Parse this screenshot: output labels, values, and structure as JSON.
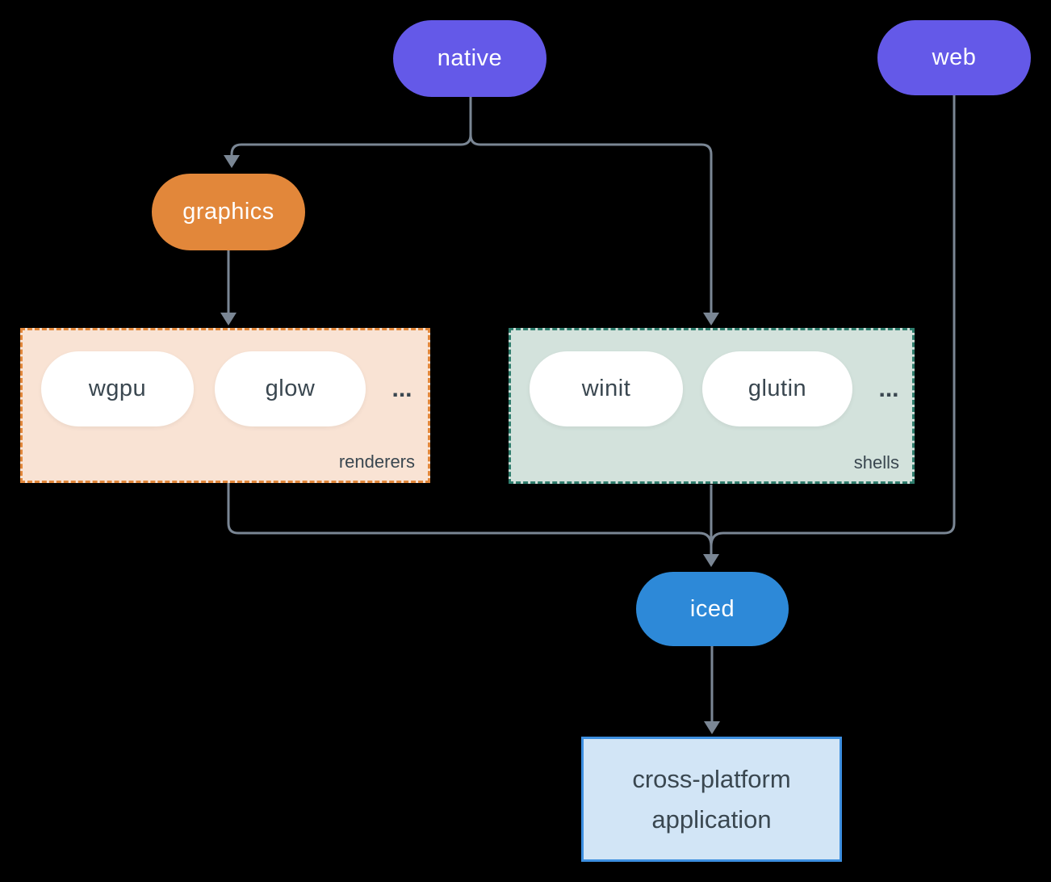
{
  "diagram": {
    "nodes": {
      "native": {
        "label": "native"
      },
      "web": {
        "label": "web"
      },
      "graphics": {
        "label": "graphics"
      },
      "iced": {
        "label": "iced"
      },
      "application": {
        "line1": "cross-platform",
        "line2": "application"
      }
    },
    "groups": {
      "renderers": {
        "label": "renderers",
        "items": [
          "wgpu",
          "glow"
        ],
        "ellipsis": "..."
      },
      "shells": {
        "label": "shells",
        "items": [
          "winit",
          "glutin"
        ],
        "ellipsis": "..."
      }
    },
    "colors": {
      "background": "#000000",
      "native_web_fill": "#6459e8",
      "graphics_fill": "#e2873a",
      "iced_fill": "#2d89d8",
      "renderers_fill": "#f9e3d4",
      "renderers_border": "#e2873a",
      "shells_fill": "#d3e2dc",
      "shells_border": "#2f7d6d",
      "app_fill": "#d2e5f6",
      "app_border": "#3d8fe0",
      "pill_fill": "#ffffff",
      "text_light": "#ffffff",
      "text_dark": "#3a4750",
      "line": "#7a8694"
    }
  }
}
